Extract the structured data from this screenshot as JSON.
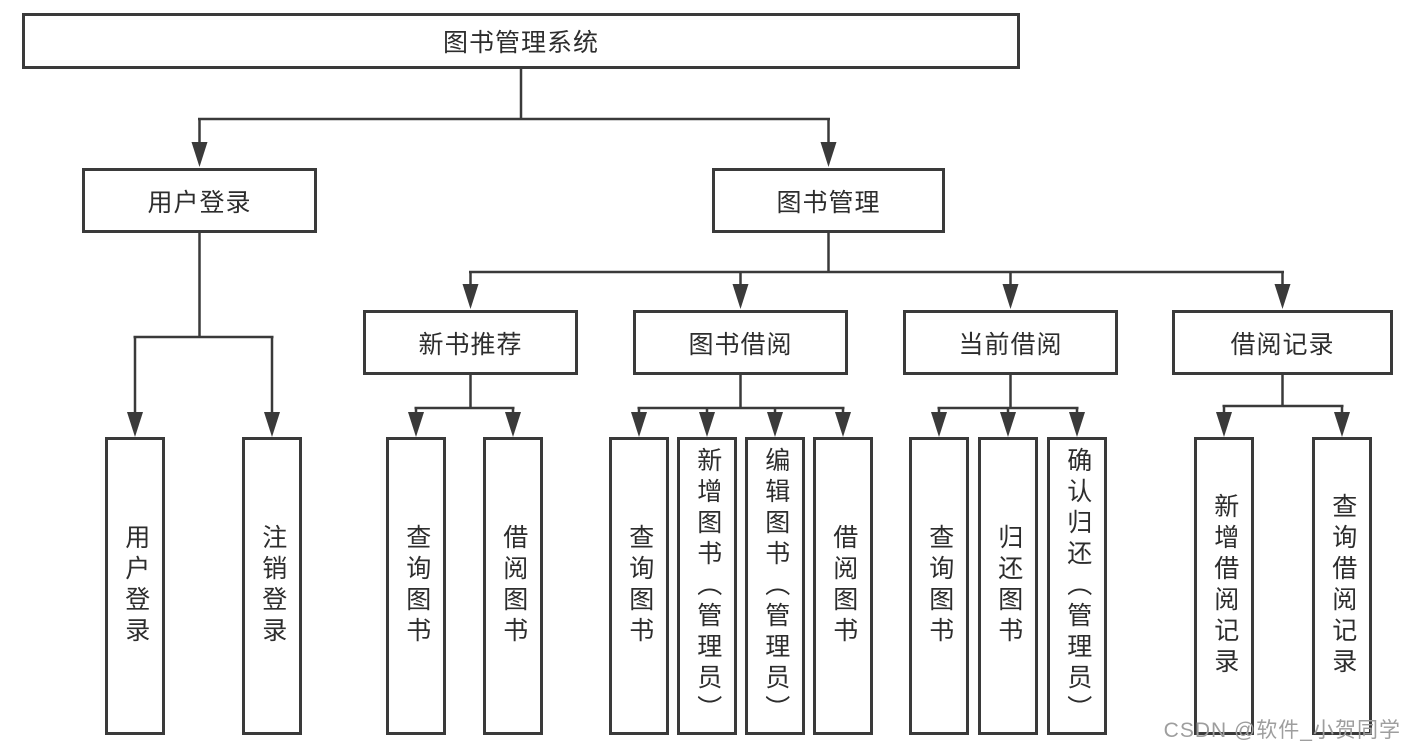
{
  "colors": {
    "line": "#3a3a3a",
    "box_border": "#3a3a3a",
    "box_background": "#ffffff",
    "text": "#2d2d2d",
    "watermark": "#9e9e9e",
    "background": "#ffffff"
  },
  "tree": {
    "root": {
      "label": "图书管理系统",
      "children": [
        {
          "label": "用户登录",
          "children": [
            {
              "label": "用户登录"
            },
            {
              "label": "注销登录"
            }
          ]
        },
        {
          "label": "图书管理",
          "children": [
            {
              "label": "新书推荐",
              "children": [
                {
                  "label": "查询图书"
                },
                {
                  "label": "借阅图书"
                }
              ]
            },
            {
              "label": "图书借阅",
              "children": [
                {
                  "label": "查询图书"
                },
                {
                  "label": "新增图书（管理员）"
                },
                {
                  "label": "编辑图书（管理员）"
                },
                {
                  "label": "借阅图书"
                }
              ]
            },
            {
              "label": "当前借阅",
              "children": [
                {
                  "label": "查询图书"
                },
                {
                  "label": "归还图书"
                },
                {
                  "label": "确认归还（管理员）"
                }
              ]
            },
            {
              "label": "借阅记录",
              "children": [
                {
                  "label": "新增借阅记录"
                },
                {
                  "label": "查询借阅记录"
                }
              ]
            }
          ]
        }
      ]
    }
  },
  "watermark": {
    "text": "CSDN @软件_小贺同学"
  }
}
